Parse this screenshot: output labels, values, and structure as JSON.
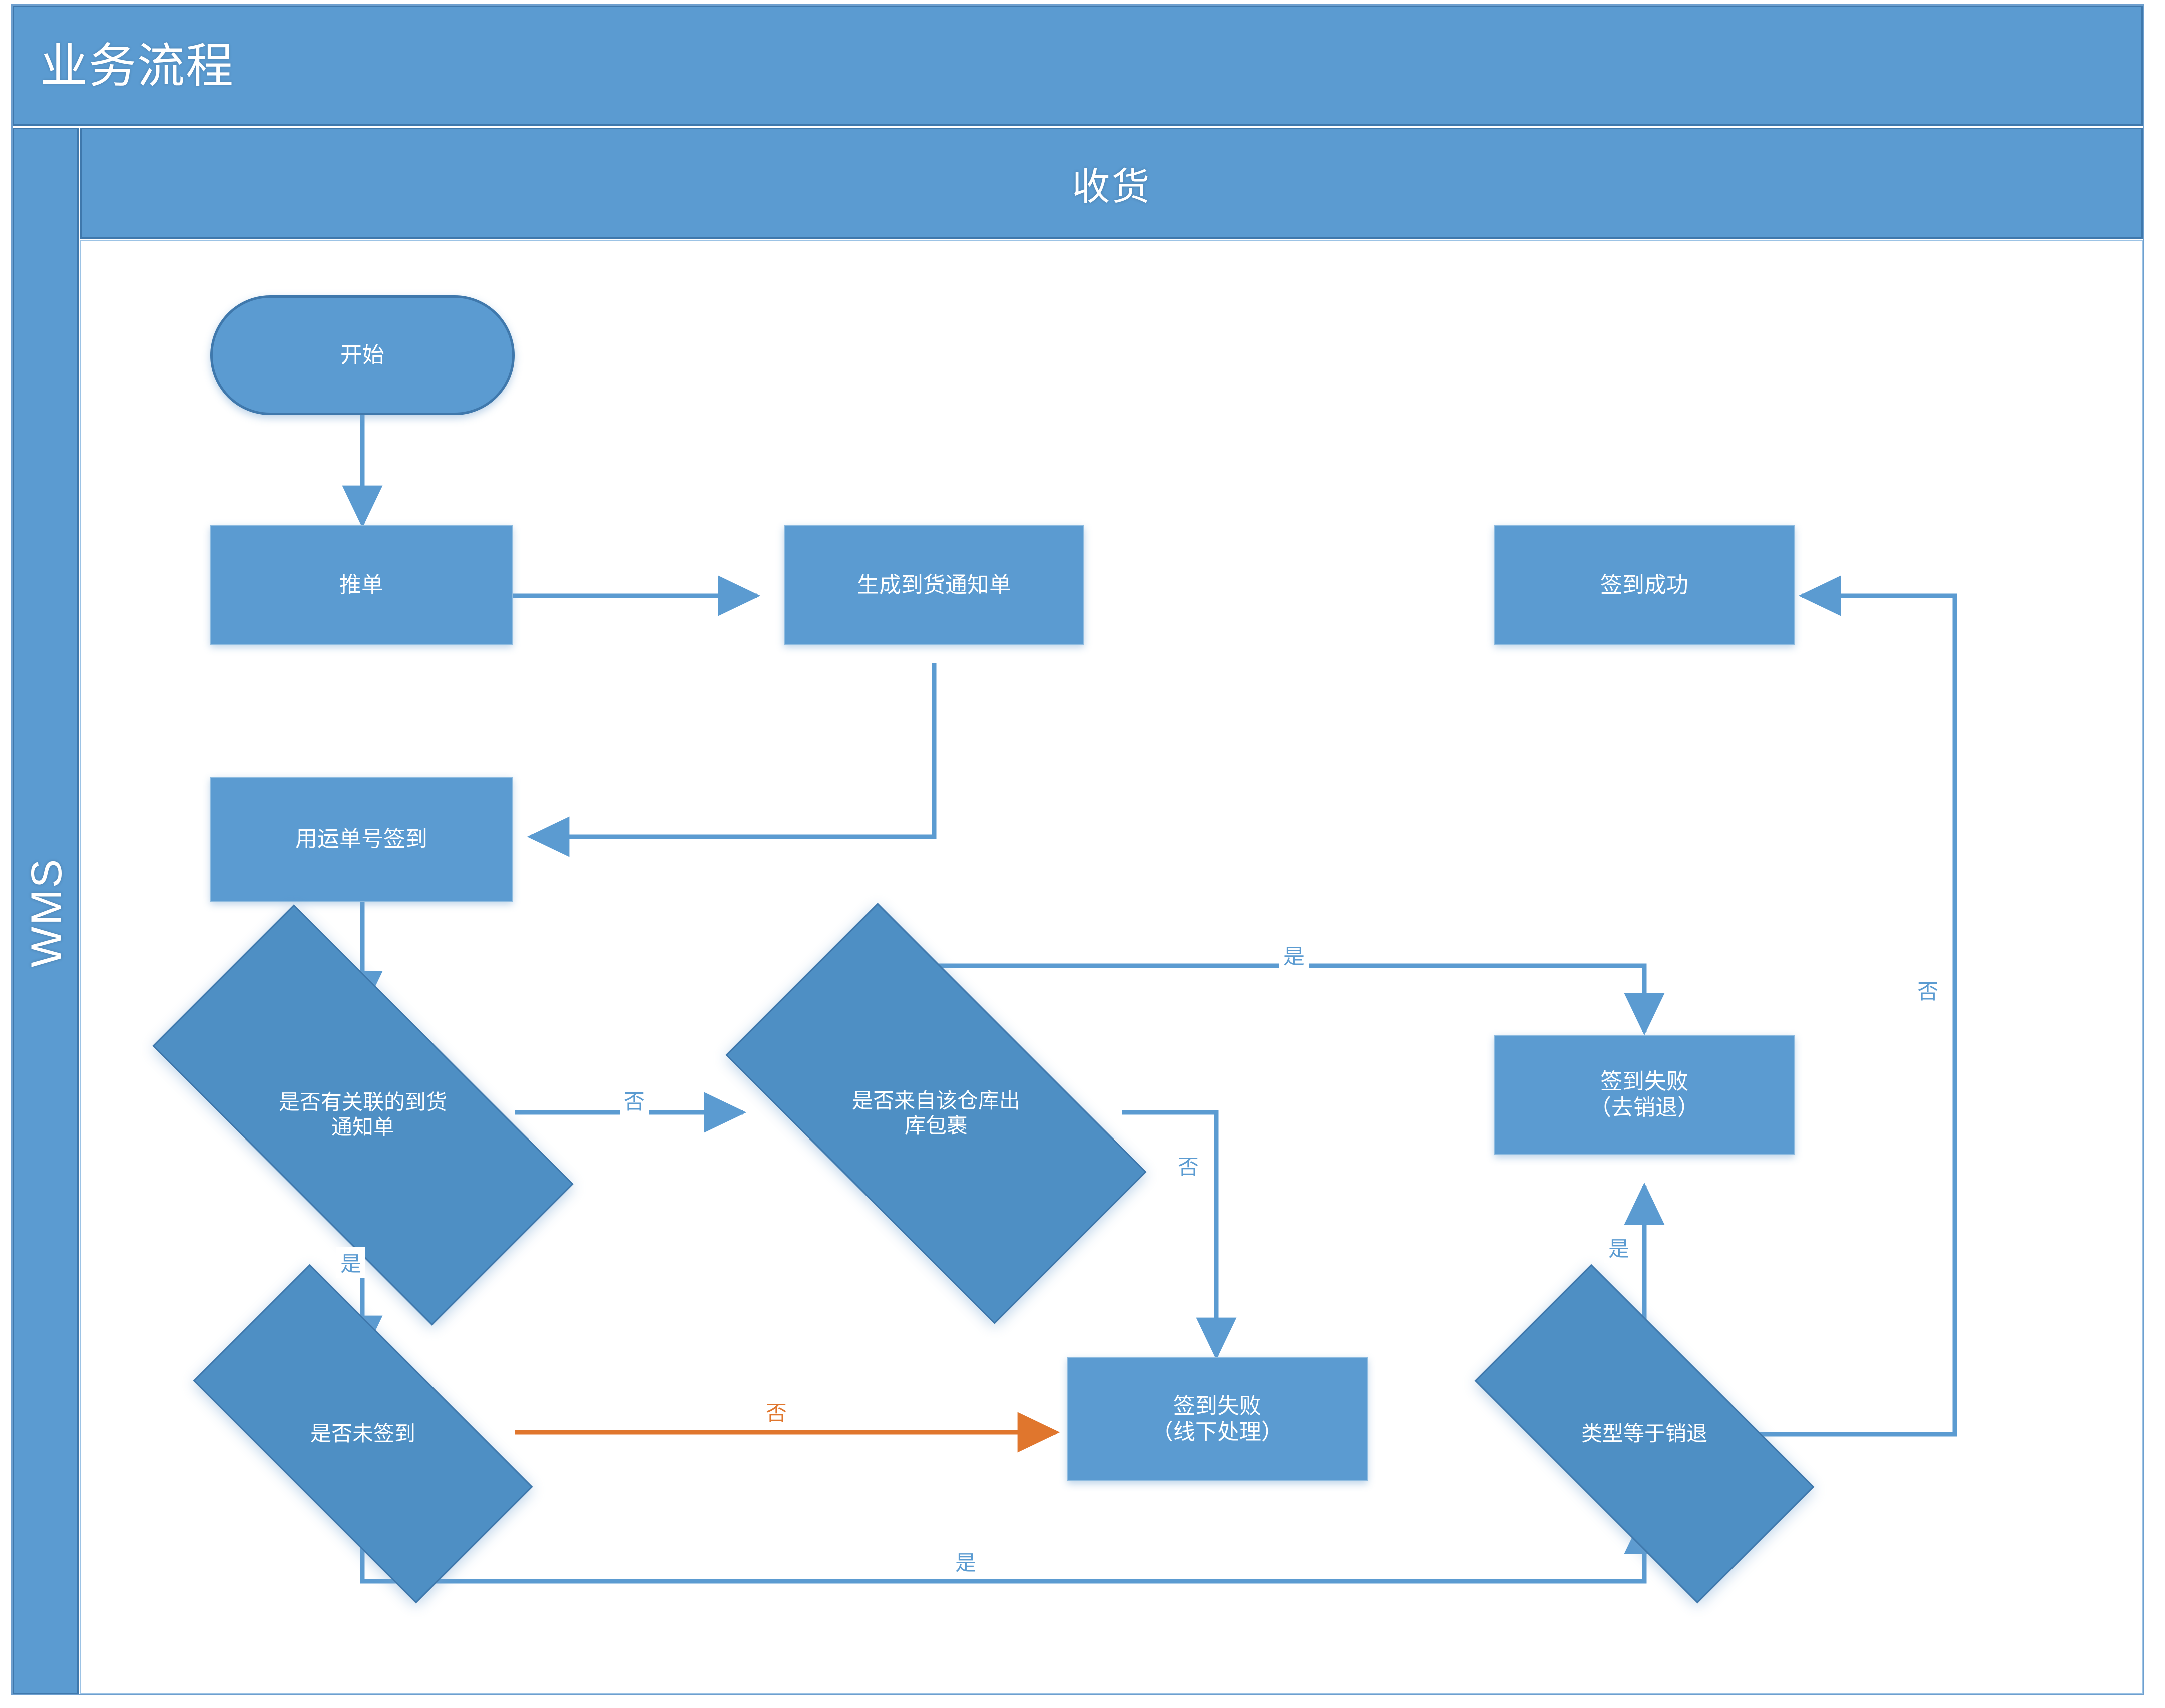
{
  "diagram": {
    "title": "业务流程",
    "lane_label": "WMS",
    "column_header": "收货",
    "accent_color": "#5b9bd1",
    "lane_header_color": "#3f78ac",
    "decision_color": "#4e8fc4",
    "highlight_color": "#e0762d"
  },
  "nodes": {
    "start": "开始",
    "push_order": "推单",
    "gen_arrival_notice": "生成到货通知单",
    "signin_waybill": "用运单号签到",
    "signin_success": "签到成功",
    "d_has_related_notice": "是否有关联的到货\n通知单",
    "d_from_this_warehouse": "是否来自该仓库出\n库包裹",
    "fail_cancel_return": "签到失败\n（去销退）",
    "d_not_signed_in": "是否未签到",
    "fail_offline": "签到失败\n（线下处理）",
    "d_type_is_cancel_return": "类型等于销退"
  },
  "edge_labels": {
    "has_notice_no": "否",
    "has_notice_yes": "是",
    "from_warehouse_yes": "是",
    "from_warehouse_no": "否",
    "not_signed_no": "否",
    "not_signed_yes": "是",
    "type_is_cancel_yes": "是",
    "type_is_cancel_no": "否"
  }
}
